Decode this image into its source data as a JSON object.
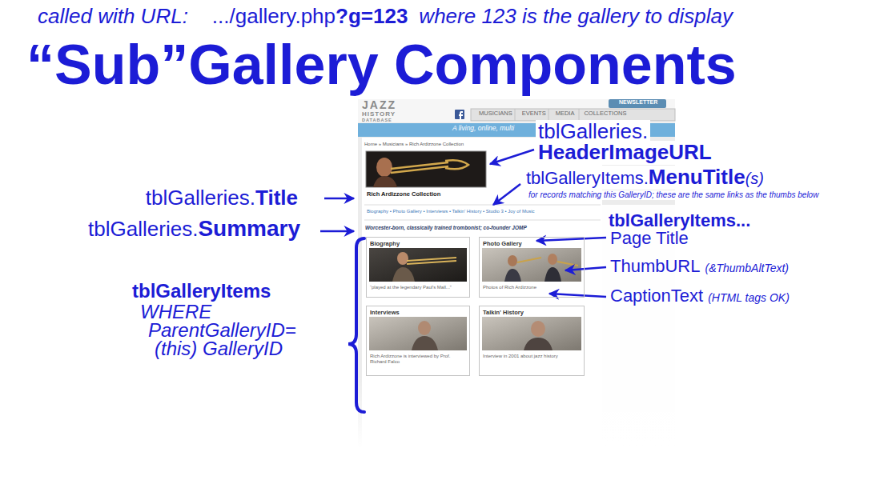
{
  "diagram": {
    "title": "“Sub”Gallery Components",
    "nodes": [
      {
        "text": [
          "Biography",
          "“played at the legendary Paul's Mall...”"
        ]
      },
      {
        "text": [
          "Photo Gallery",
          "Photos of Rich Ardizzone"
        ]
      },
      {
        "text": [
          "Interviews",
          "Rich Ardizzone is interviewed by Prof. Richard Falco"
        ]
      },
      {
        "text": [
          "Talkin' History",
          "Interview in 2001 about jazz history"
        ]
      }
    ],
    "labels": [
      "called with URL:",
      ".../gallery.php",
      "?g=123",
      "where 123 is the gallery to display",
      "NEWSLETTER",
      "JAZZ",
      "HISTORY",
      "DATABASE",
      "MUSICIANS",
      "EVENTS",
      "MEDIA",
      "COLLECTIONS",
      "A living, online, multi",
      "Home » Musicians » Rich Ardizzone Collection",
      "Rich Ardizzone Collection",
      "Biography • Photo Gallery • Interviews • Talkin' History • Studio 3 • Joy of Music",
      "Worcester-born, classically trained trombonist; co-founder JOMP",
      "tblGalleries.",
      "HeaderImageURL",
      "tblGalleryItems.",
      "MenuTitle",
      "(s)",
      "for records matching this GalleryID; these are the same links as the thumbs below",
      "tblGalleries.",
      "Title",
      "tblGalleries.",
      "Summary",
      "tblGalleryItems...",
      "Page Title",
      "ThumbURL",
      "(&ThumbAltText)",
      "CaptionText",
      "(HTML tags OK)",
      "tblGalleryItems",
      "WHERE",
      "ParentGalleryID=",
      "(this) GalleryID"
    ]
  }
}
